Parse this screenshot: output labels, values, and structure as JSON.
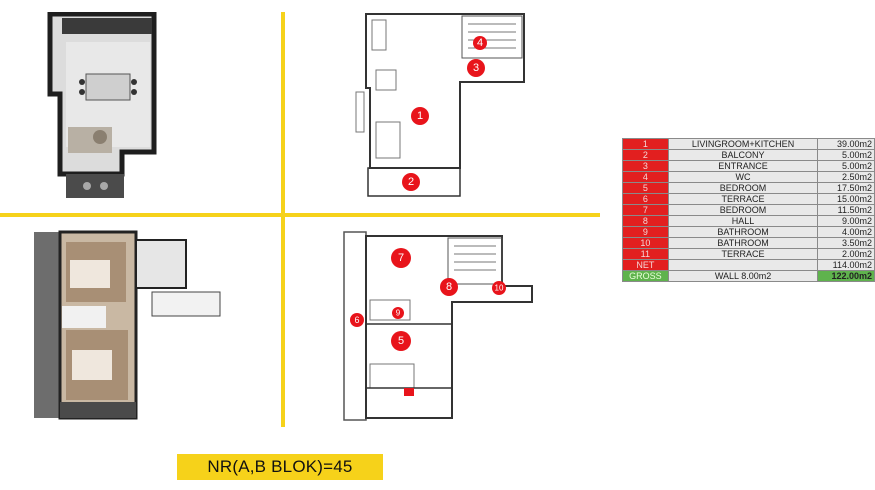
{
  "area_table": {
    "rows": [
      {
        "no": "1",
        "room": "LIVINGROOM+KITCHEN",
        "area": "39.00m2"
      },
      {
        "no": "2",
        "room": "BALCONY",
        "area": "5.00m2"
      },
      {
        "no": "3",
        "room": "ENTRANCE",
        "area": "5.00m2"
      },
      {
        "no": "4",
        "room": "WC",
        "area": "2.50m2"
      },
      {
        "no": "5",
        "room": "BEDROOM",
        "area": "17.50m2"
      },
      {
        "no": "6",
        "room": "TERRACE",
        "area": "15.00m2"
      },
      {
        "no": "7",
        "room": "BEDROOM",
        "area": "11.50m2"
      },
      {
        "no": "8",
        "room": "HALL",
        "area": "9.00m2"
      },
      {
        "no": "9",
        "room": "BATHROOM",
        "area": "4.00m2"
      },
      {
        "no": "10",
        "room": "BATHROOM",
        "area": "3.50m2"
      },
      {
        "no": "11",
        "room": "TERRACE",
        "area": "2.00m2"
      }
    ],
    "net": {
      "label": "NET",
      "room": "",
      "area": "114.00m2"
    },
    "gross": {
      "label": "GROSS",
      "room": "WALL 8.00m2",
      "area": "122.00m2"
    }
  },
  "markers": {
    "m1": "1",
    "m2": "2",
    "m3": "3",
    "m4": "4",
    "m5": "5",
    "m6": "6",
    "m7": "7",
    "m8": "8",
    "m9": "9",
    "m10": "10"
  },
  "footer_label": "NR(A,B BLOK)=45",
  "colors": {
    "accent_yellow": "#f6d21a",
    "marker_red": "#e8141b",
    "table_red": "#e21f1f",
    "table_green": "#5fb34d"
  }
}
